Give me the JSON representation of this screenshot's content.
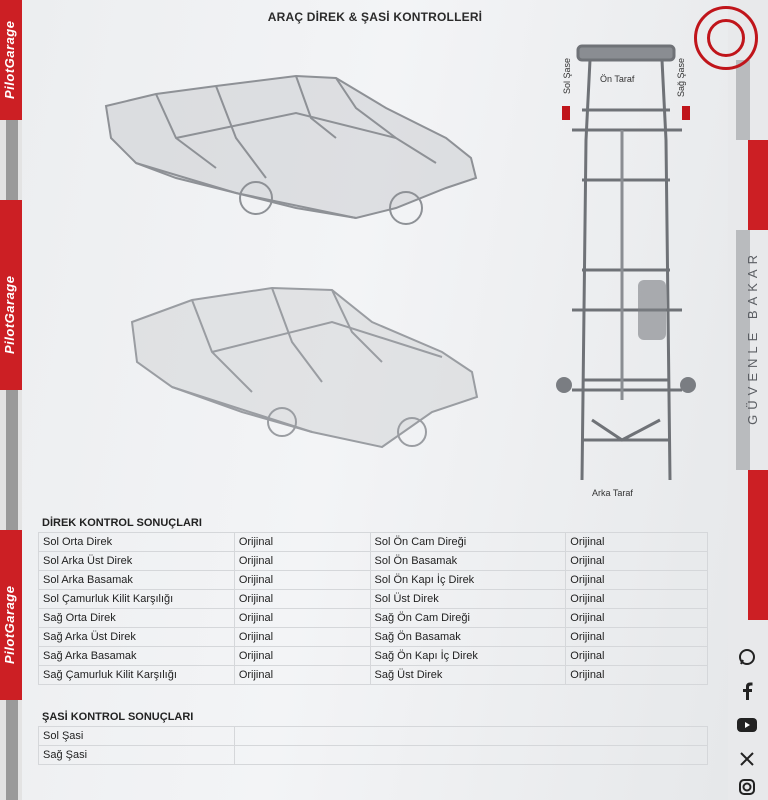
{
  "title": "ARAÇ DİREK & ŞASİ KONTROLLERİ",
  "brand": {
    "name": "PilotGarage",
    "slogan": "GÜVENLE BAKAR",
    "primary_color": "#cc1f24",
    "secondary_color": "#9a9a9a"
  },
  "chassis_labels": {
    "left": "Sol Şase",
    "front": "Ön Taraf",
    "right": "Sağ Şase",
    "rear": "Arka Taraf"
  },
  "social_icons": [
    "whatsapp-icon",
    "facebook-icon",
    "youtube-icon",
    "x-icon",
    "instagram-icon"
  ],
  "pillar_section": {
    "title": "DİREK KONTROL SONUÇLARI",
    "rows": [
      {
        "left_part": "Sol Orta Direk",
        "left_result": "Orijinal",
        "right_part": "Sol Ön Cam Direği",
        "right_result": "Orijinal"
      },
      {
        "left_part": "Sol Arka Üst Direk",
        "left_result": "Orijinal",
        "right_part": "Sol Ön Basamak",
        "right_result": "Orijinal"
      },
      {
        "left_part": "Sol Arka Basamak",
        "left_result": "Orijinal",
        "right_part": "Sol Ön Kapı İç Direk",
        "right_result": "Orijinal"
      },
      {
        "left_part": "Sol Çamurluk Kilit Karşılığı",
        "left_result": "Orijinal",
        "right_part": "Sol Üst Direk",
        "right_result": "Orijinal"
      },
      {
        "left_part": "Sağ Orta Direk",
        "left_result": "Orijinal",
        "right_part": "Sağ Ön Cam Direği",
        "right_result": "Orijinal"
      },
      {
        "left_part": "Sağ Arka Üst Direk",
        "left_result": "Orijinal",
        "right_part": "Sağ Ön Basamak",
        "right_result": "Orijinal"
      },
      {
        "left_part": "Sağ Arka Basamak",
        "left_result": "Orijinal",
        "right_part": "Sağ Ön Kapı İç Direk",
        "right_result": "Orijinal"
      },
      {
        "left_part": "Sağ Çamurluk Kilit Karşılığı",
        "left_result": "Orijinal",
        "right_part": "Sağ Üst Direk",
        "right_result": "Orijinal"
      }
    ]
  },
  "chassis_section": {
    "title": "ŞASİ KONTROL SONUÇLARI",
    "rows": [
      {
        "part": "Sol Şasi",
        "result": ""
      },
      {
        "part": "Sağ Şasi",
        "result": ""
      }
    ]
  }
}
